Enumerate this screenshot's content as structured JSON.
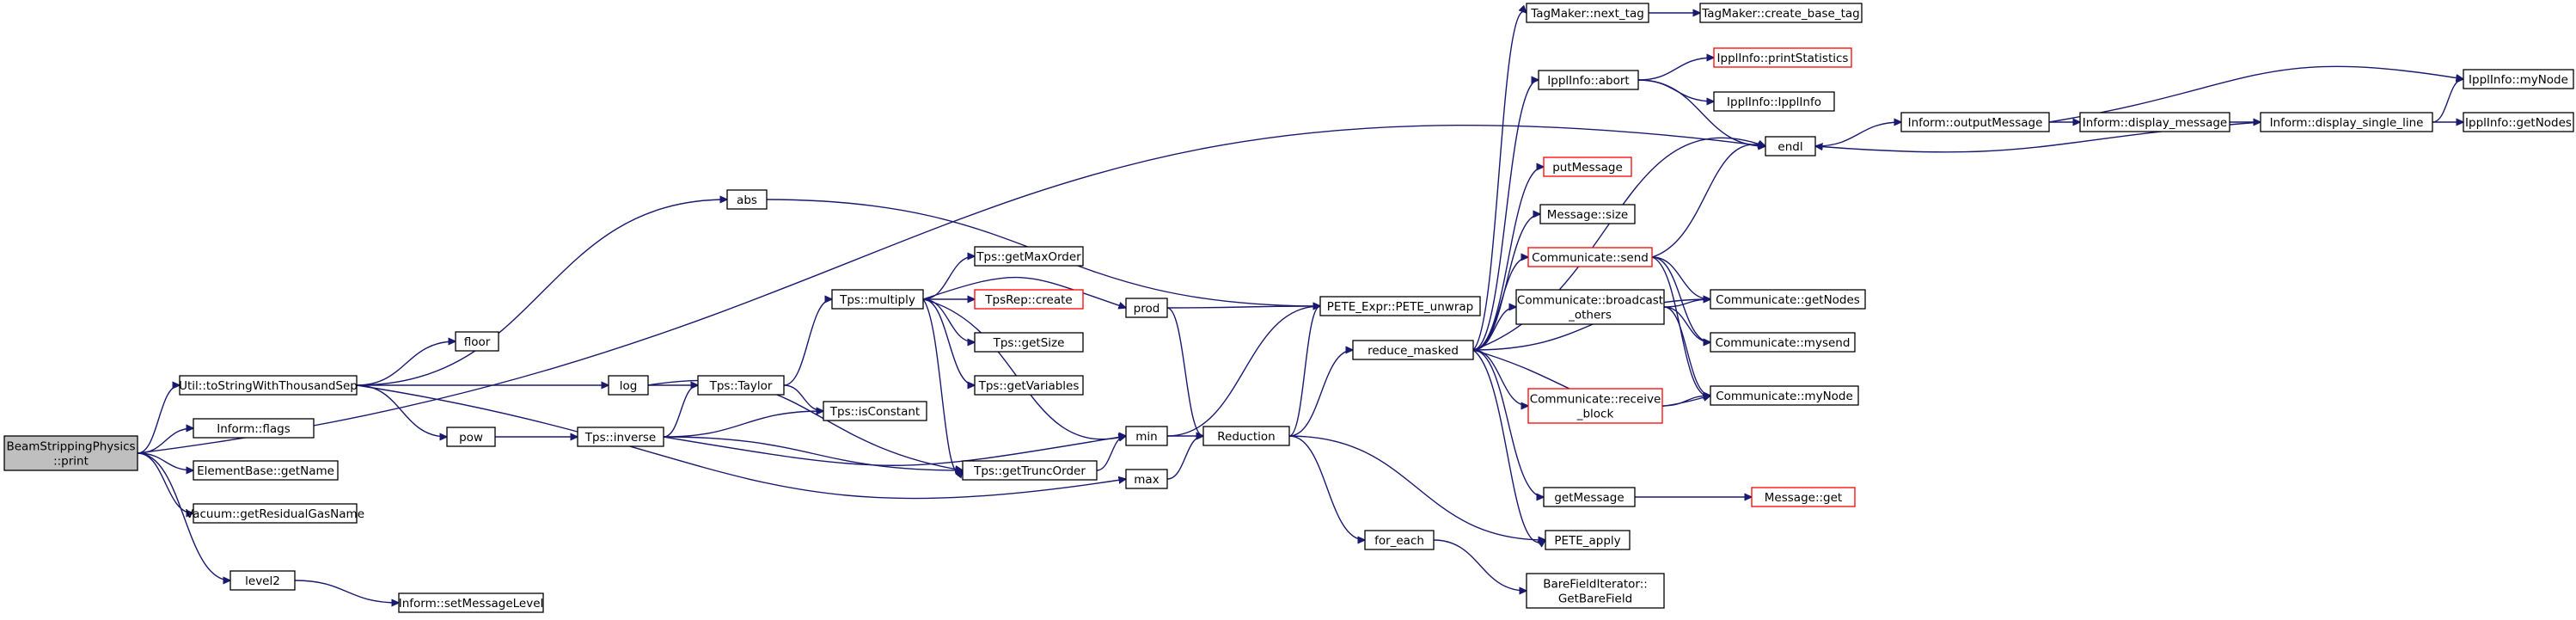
{
  "colors": {
    "edge": "#191970",
    "root_fill": "#bfbfbf",
    "truncated_border": "#ff0000",
    "node_border": "#000000"
  },
  "nodes": [
    {
      "id": "root",
      "lines": [
        "BeamStrippingPhysics",
        "::print"
      ],
      "style": "root"
    },
    {
      "id": "util",
      "lines": [
        "Util::toStringWithThousandSep"
      ]
    },
    {
      "id": "flags",
      "lines": [
        "Inform::flags"
      ]
    },
    {
      "id": "elemname",
      "lines": [
        "ElementBase::getName"
      ]
    },
    {
      "id": "vacuum",
      "lines": [
        "Vacuum::getResidualGasName"
      ]
    },
    {
      "id": "level2",
      "lines": [
        "level2"
      ]
    },
    {
      "id": "setmsg",
      "lines": [
        "Inform::setMessageLevel"
      ]
    },
    {
      "id": "abs",
      "lines": [
        "abs"
      ]
    },
    {
      "id": "floor",
      "lines": [
        "floor"
      ]
    },
    {
      "id": "log",
      "lines": [
        "log"
      ]
    },
    {
      "id": "pow",
      "lines": [
        "pow"
      ]
    },
    {
      "id": "tpsinv",
      "lines": [
        "Tps::inverse"
      ]
    },
    {
      "id": "tpstaylor",
      "lines": [
        "Tps::Taylor"
      ]
    },
    {
      "id": "tpsmult",
      "lines": [
        "Tps::multiply"
      ]
    },
    {
      "id": "maxorder",
      "lines": [
        "Tps::getMaxOrder"
      ]
    },
    {
      "id": "tpsrep",
      "lines": [
        "TpsRep::create"
      ],
      "style": "trunc"
    },
    {
      "id": "getsize",
      "lines": [
        "Tps::getSize"
      ]
    },
    {
      "id": "getvars",
      "lines": [
        "Tps::getVariables"
      ]
    },
    {
      "id": "isconst",
      "lines": [
        "Tps::isConstant"
      ]
    },
    {
      "id": "trunc",
      "lines": [
        "Tps::getTruncOrder"
      ]
    },
    {
      "id": "prod",
      "lines": [
        "prod"
      ]
    },
    {
      "id": "min",
      "lines": [
        "min"
      ]
    },
    {
      "id": "max",
      "lines": [
        "max"
      ]
    },
    {
      "id": "reduction",
      "lines": [
        "Reduction"
      ]
    },
    {
      "id": "unwrap",
      "lines": [
        "PETE_Expr::PETE_unwrap"
      ]
    },
    {
      "id": "reduce",
      "lines": [
        "reduce_masked"
      ]
    },
    {
      "id": "foreach",
      "lines": [
        "for_each"
      ]
    },
    {
      "id": "barefield",
      "lines": [
        "BareFieldIterator::",
        "GetBareField"
      ]
    },
    {
      "id": "peteapply",
      "lines": [
        "PETE_apply"
      ]
    },
    {
      "id": "tagnext",
      "lines": [
        "TagMaker::next_tag"
      ]
    },
    {
      "id": "tagbase",
      "lines": [
        "TagMaker::create_base_tag"
      ]
    },
    {
      "id": "abort",
      "lines": [
        "IpplInfo::abort"
      ]
    },
    {
      "id": "printstats",
      "lines": [
        "IpplInfo::printStatistics"
      ],
      "style": "trunc"
    },
    {
      "id": "ipplinfo",
      "lines": [
        "IpplInfo::IpplInfo"
      ]
    },
    {
      "id": "putmsg",
      "lines": [
        "putMessage"
      ],
      "style": "trunc"
    },
    {
      "id": "msgsize",
      "lines": [
        "Message::size"
      ]
    },
    {
      "id": "send",
      "lines": [
        "Communicate::send"
      ],
      "style": "trunc"
    },
    {
      "id": "bcast",
      "lines": [
        "Communicate::broadcast",
        "_others"
      ]
    },
    {
      "id": "recv",
      "lines": [
        "Communicate::receive",
        "_block"
      ],
      "style": "trunc"
    },
    {
      "id": "getmsg",
      "lines": [
        "getMessage"
      ]
    },
    {
      "id": "msgget",
      "lines": [
        "Message::get"
      ],
      "style": "trunc"
    },
    {
      "id": "commnodes",
      "lines": [
        "Communicate::getNodes"
      ]
    },
    {
      "id": "mysend",
      "lines": [
        "Communicate::mysend"
      ]
    },
    {
      "id": "mynode",
      "lines": [
        "Communicate::myNode"
      ]
    },
    {
      "id": "endl",
      "lines": [
        "endl"
      ]
    },
    {
      "id": "outmsg",
      "lines": [
        "Inform::outputMessage"
      ]
    },
    {
      "id": "dispmsg",
      "lines": [
        "Inform::display_message"
      ]
    },
    {
      "id": "displine",
      "lines": [
        "Inform::display_single_line"
      ]
    },
    {
      "id": "ipplmynode",
      "lines": [
        "IpplInfo::myNode"
      ]
    },
    {
      "id": "ipplgetnodes",
      "lines": [
        "IpplInfo::getNodes"
      ]
    }
  ],
  "edges": [
    [
      "root",
      "util"
    ],
    [
      "root",
      "flags"
    ],
    [
      "root",
      "elemname"
    ],
    [
      "root",
      "vacuum"
    ],
    [
      "root",
      "level2"
    ],
    [
      "root",
      "endl"
    ],
    [
      "level2",
      "setmsg"
    ],
    [
      "util",
      "abs"
    ],
    [
      "util",
      "floor"
    ],
    [
      "util",
      "log"
    ],
    [
      "util",
      "pow"
    ],
    [
      "util",
      "max"
    ],
    [
      "abs",
      "unwrap"
    ],
    [
      "log",
      "tpstaylor"
    ],
    [
      "log",
      "trunc"
    ],
    [
      "pow",
      "tpsinv"
    ],
    [
      "tpsinv",
      "tpstaylor"
    ],
    [
      "tpsinv",
      "isconst"
    ],
    [
      "tpsinv",
      "trunc"
    ],
    [
      "tpsinv",
      "min"
    ],
    [
      "tpstaylor",
      "tpsmult"
    ],
    [
      "tpstaylor",
      "isconst"
    ],
    [
      "tpsmult",
      "maxorder"
    ],
    [
      "tpsmult",
      "tpsrep"
    ],
    [
      "tpsmult",
      "getsize"
    ],
    [
      "tpsmult",
      "getvars"
    ],
    [
      "tpsmult",
      "trunc"
    ],
    [
      "tpsmult",
      "prod"
    ],
    [
      "tpsmult",
      "min"
    ],
    [
      "trunc",
      "min"
    ],
    [
      "prod",
      "unwrap"
    ],
    [
      "prod",
      "reduction"
    ],
    [
      "min",
      "unwrap"
    ],
    [
      "min",
      "reduction"
    ],
    [
      "max",
      "reduction"
    ],
    [
      "reduction",
      "unwrap"
    ],
    [
      "reduction",
      "reduce"
    ],
    [
      "reduction",
      "foreach"
    ],
    [
      "reduction",
      "peteapply"
    ],
    [
      "foreach",
      "barefield"
    ],
    [
      "reduce",
      "tagnext"
    ],
    [
      "reduce",
      "abort"
    ],
    [
      "reduce",
      "putmsg"
    ],
    [
      "reduce",
      "msgsize"
    ],
    [
      "reduce",
      "send"
    ],
    [
      "reduce",
      "bcast"
    ],
    [
      "reduce",
      "recv"
    ],
    [
      "reduce",
      "getmsg"
    ],
    [
      "reduce",
      "peteapply"
    ],
    [
      "reduce",
      "commnodes"
    ],
    [
      "reduce",
      "mynode"
    ],
    [
      "reduce",
      "endl"
    ],
    [
      "tagnext",
      "tagbase"
    ],
    [
      "abort",
      "printstats"
    ],
    [
      "abort",
      "ipplinfo"
    ],
    [
      "abort",
      "endl"
    ],
    [
      "send",
      "commnodes"
    ],
    [
      "send",
      "mysend"
    ],
    [
      "send",
      "mynode"
    ],
    [
      "send",
      "endl"
    ],
    [
      "bcast",
      "commnodes"
    ],
    [
      "bcast",
      "mysend"
    ],
    [
      "bcast",
      "mynode"
    ],
    [
      "recv",
      "mynode"
    ],
    [
      "getmsg",
      "msgget"
    ],
    [
      "endl",
      "outmsg"
    ],
    [
      "outmsg",
      "dispmsg"
    ],
    [
      "outmsg",
      "ipplmynode"
    ],
    [
      "dispmsg",
      "displine"
    ],
    [
      "displine",
      "endl"
    ],
    [
      "displine",
      "ipplmynode"
    ],
    [
      "displine",
      "ipplgetnodes"
    ]
  ]
}
